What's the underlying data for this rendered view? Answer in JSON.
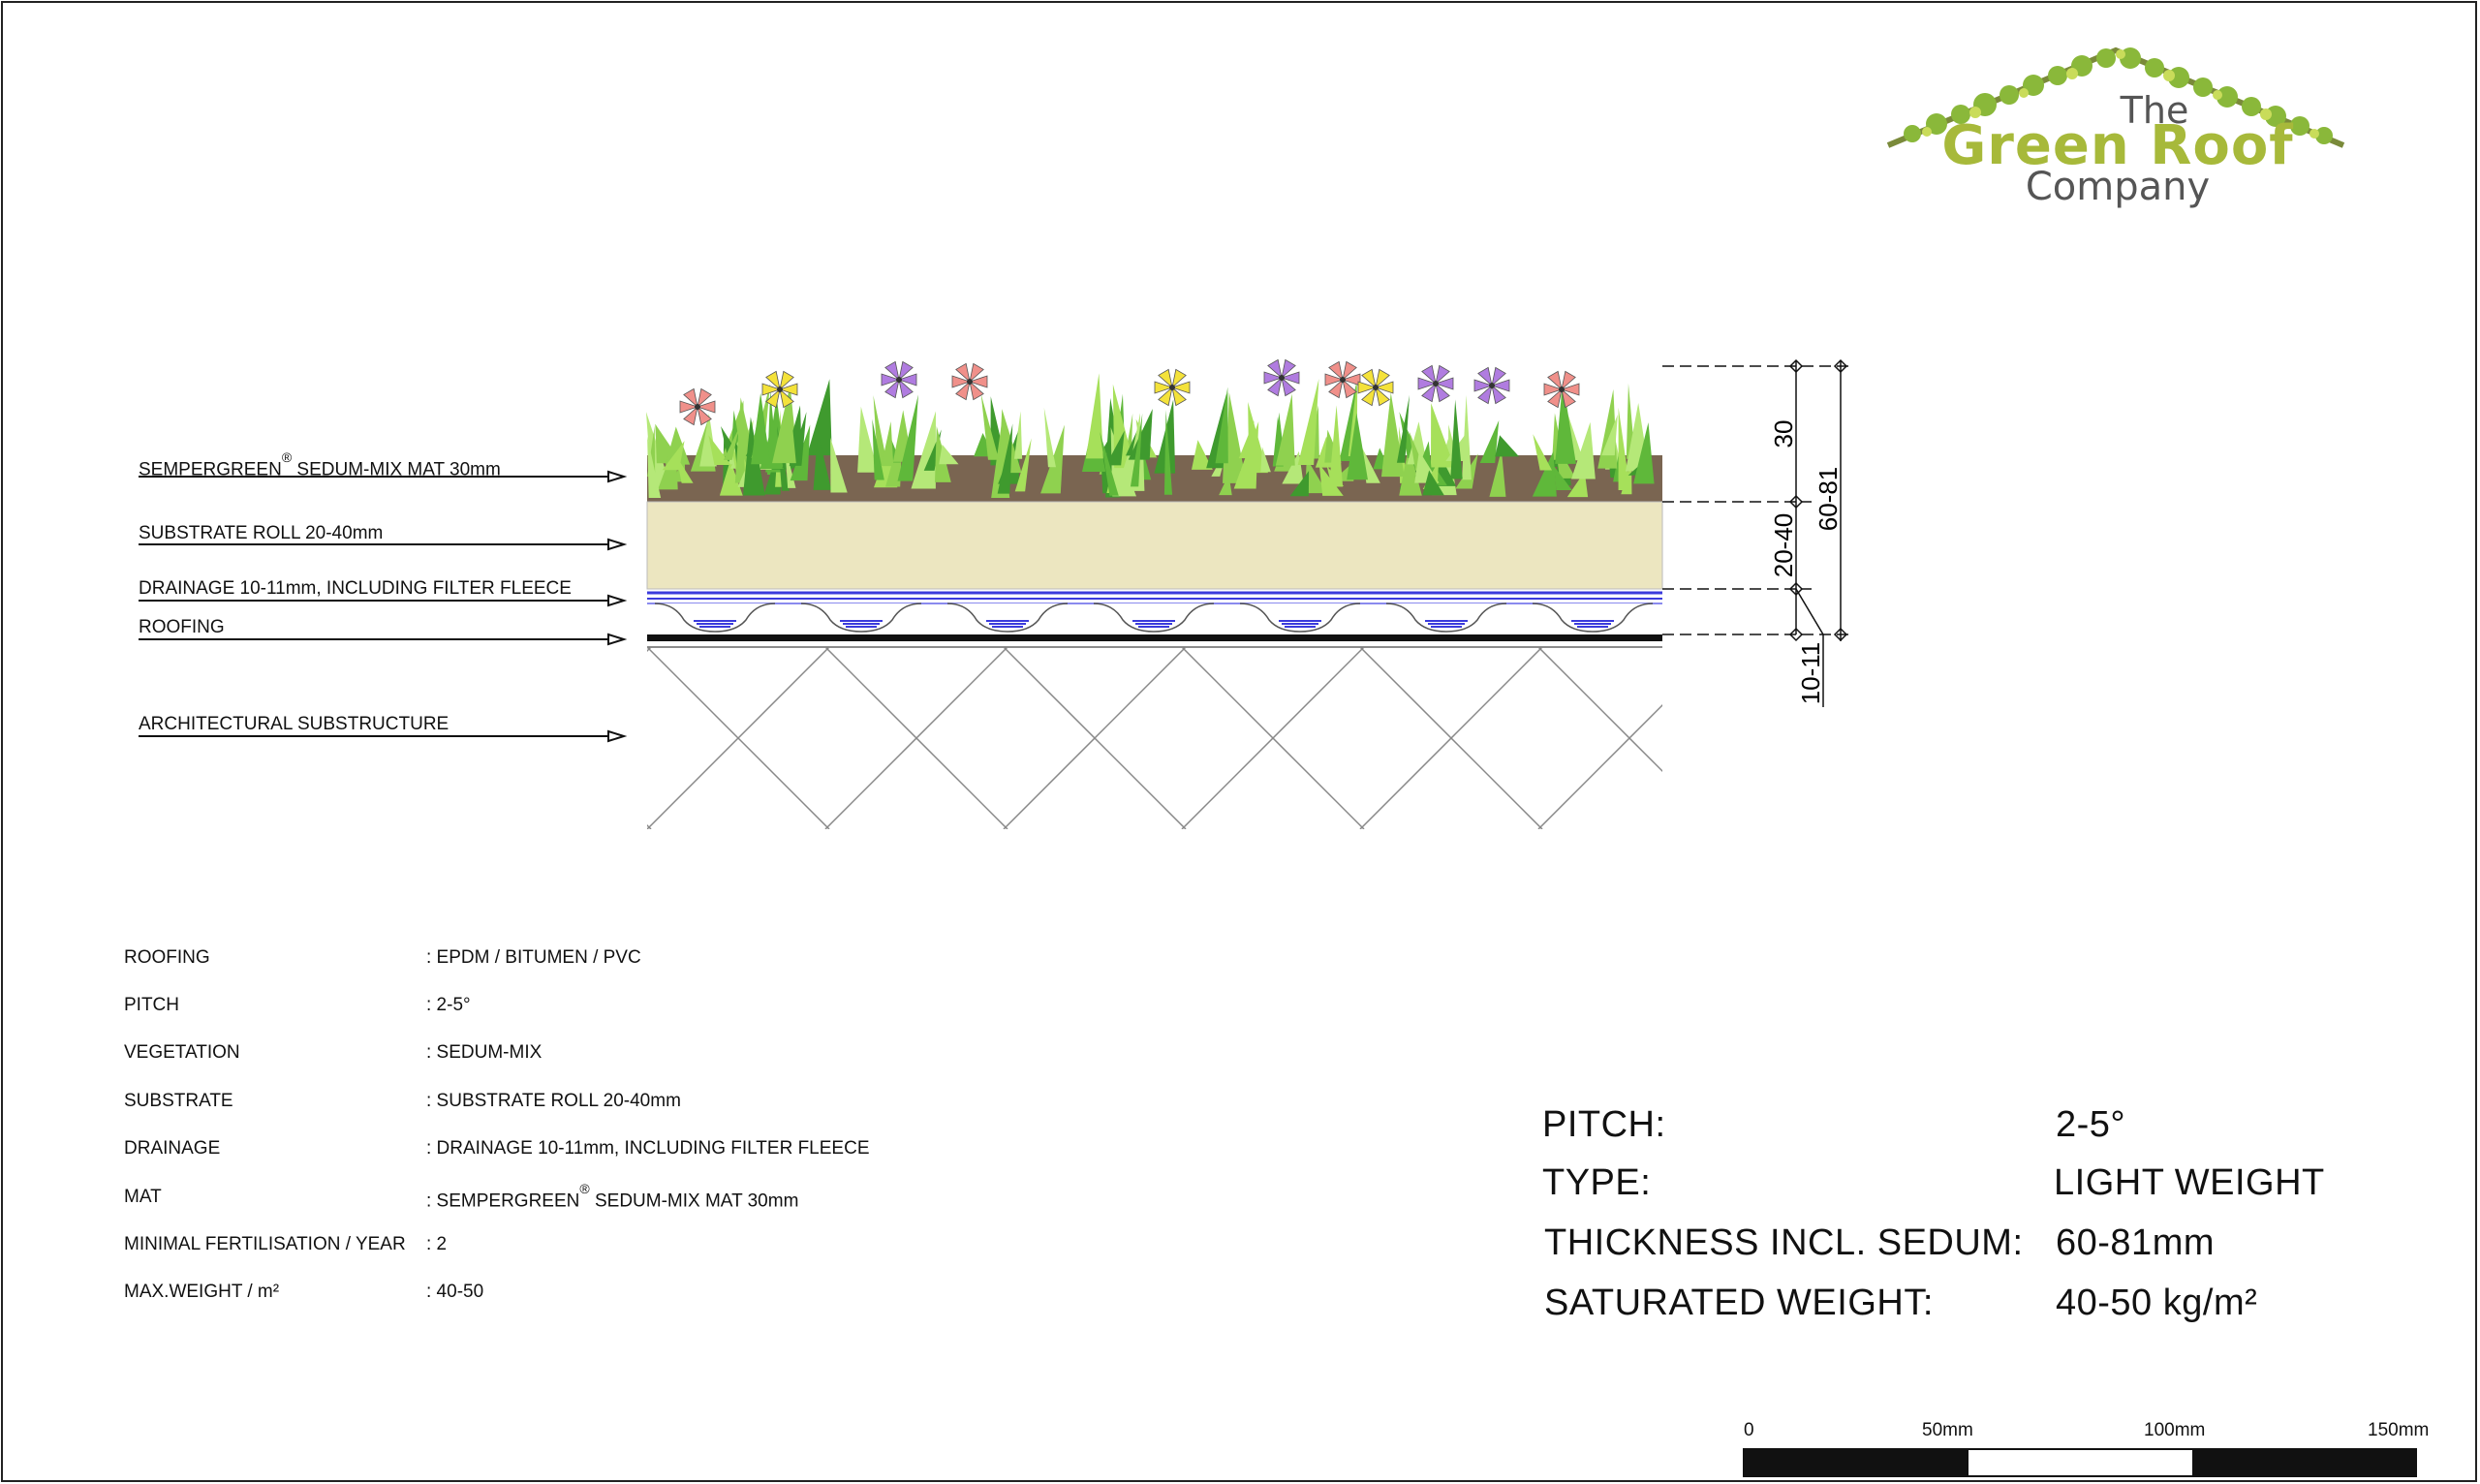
{
  "logo": {
    "line1": "The",
    "line2": "Green Roof",
    "line3": "Company",
    "colors": {
      "green": "#a7b93a",
      "grey": "#555555"
    }
  },
  "layers": [
    {
      "label_main": "SEMPERGREEN",
      "label_mark": "®",
      "label_rest": " SEDUM-MIX MAT 30mm"
    },
    {
      "label_main": "SUBSTRATE ROLL 20-40mm"
    },
    {
      "label_main": "DRAINAGE  10-11mm, INCLUDING FILTER FLEECE"
    },
    {
      "label_main": "ROOFING"
    },
    {
      "label_main": "ARCHITECTURAL SUBSTRUCTURE"
    }
  ],
  "dimensions": {
    "d1": "30",
    "d2": "20-40",
    "d3": "10-11",
    "total": "60-81"
  },
  "specs": [
    {
      "key": "ROOFING",
      "value": ": EPDM / BITUMEN / PVC"
    },
    {
      "key": "PITCH",
      "value": ": 2-5°"
    },
    {
      "key": "VEGETATION",
      "value": ": SEDUM-MIX"
    },
    {
      "key": "SUBSTRATE",
      "value": ": SUBSTRATE ROLL 20-40mm"
    },
    {
      "key": "DRAINAGE",
      "value": ": DRAINAGE  10-11mm, INCLUDING FILTER FLEECE"
    },
    {
      "key": "MAT",
      "value_main": ": SEMPERGREEN",
      "value_mark": "®",
      "value_rest": " SEDUM-MIX MAT 30mm"
    },
    {
      "key": "MINIMAL FERTILISATION / YEAR",
      "value": ": 2"
    },
    {
      "key": "MAX.WEIGHT / m²",
      "value": ": 40-50"
    }
  ],
  "summary": [
    {
      "key": "PITCH:",
      "value": "2-5°"
    },
    {
      "key": "TYPE:",
      "value": "LIGHT WEIGHT"
    },
    {
      "key": "THICKNESS INCL. SEDUM:",
      "value": "60-81mm"
    },
    {
      "key": "SATURATED WEIGHT:",
      "value": "40-50 kg/m²"
    }
  ],
  "scale": {
    "labels": [
      "0",
      "50mm",
      "100mm",
      "150mm"
    ]
  },
  "colors": {
    "soil": "#7a6551",
    "substrate": "#ece6c0",
    "drainage": "#3b3bdc",
    "plant": "#8fd14f",
    "plantDark": "#3f9a2e"
  }
}
